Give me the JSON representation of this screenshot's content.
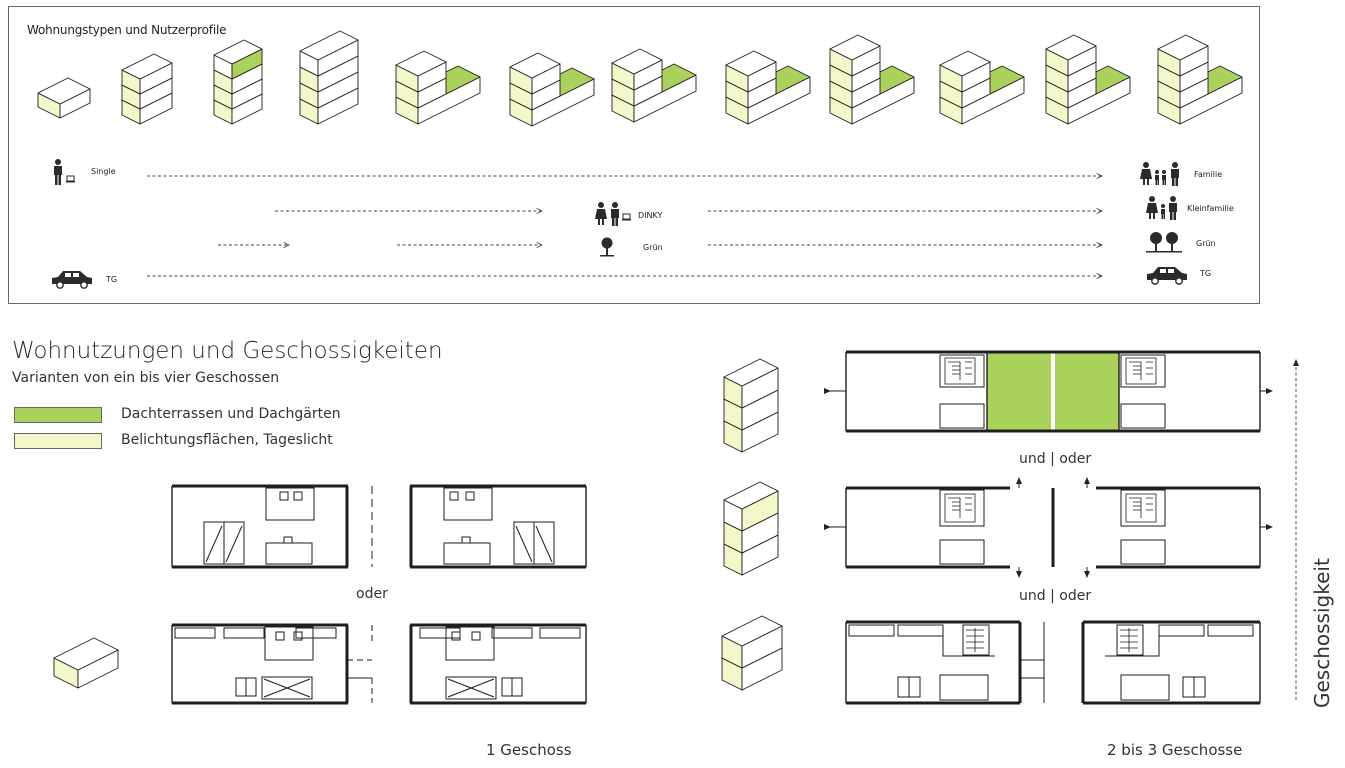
{
  "header": {
    "title": "Wohnungstypen und Nutzerprofile"
  },
  "profiles": {
    "single": "Single",
    "tg_left": "TG",
    "dinky": "DINKY",
    "gruen_mid": "Grün",
    "familie": "Familie",
    "kleinfamilie": "Kleinfamilie",
    "gruen_right": "Grün",
    "tg_right": "TG"
  },
  "section": {
    "title": "Wohnutzungen und Geschossigkeiten",
    "subtitle": "Varianten von ein bis vier Geschossen"
  },
  "legend": [
    {
      "label": "Dachterrassen und Dachgärten",
      "color": "#a9d15c"
    },
    {
      "label": "Belichtungsflächen, Tageslicht",
      "color": "#f4f7c9"
    }
  ],
  "labels": {
    "oder": "oder",
    "und_oder_1": "und | oder",
    "und_oder_2": "und | oder",
    "one_floor": "1 Geschoss",
    "two_three_floors": "2 bis 3 Geschosse",
    "axis": "Geschossigkeit"
  },
  "colors": {
    "green": "#a9d15c",
    "light": "#f4f7c9",
    "line": "#1e1e1e"
  }
}
